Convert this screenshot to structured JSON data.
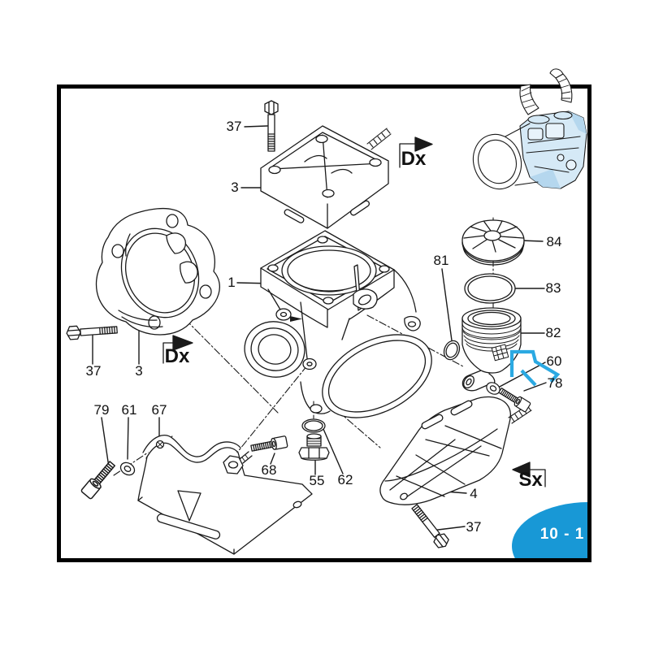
{
  "diagram": {
    "badge": {
      "text": "10 - 1",
      "bg_color": "#1898d6",
      "text_color": "#ffffff"
    },
    "directions": {
      "dx_top": "Dx",
      "dx_mid": "Dx",
      "sx": "Sx"
    },
    "labels": {
      "n37_top": "37",
      "n3_top": "3",
      "n1": "1",
      "n37_left": "37",
      "n3_left": "3",
      "n79": "79",
      "n61": "61",
      "n67": "67",
      "n68": "68",
      "n55": "55",
      "n62": "62",
      "n4": "4",
      "n37_bottom": "37",
      "n84": "84",
      "n83": "83",
      "n82": "82",
      "n81": "81",
      "n60": "60",
      "n78": "78"
    },
    "colors": {
      "line": "#1a1a1a",
      "highlight_arrow": "#2ba9e2",
      "badge_blue": "#1898d6",
      "pump_tint": "#d5e9f6",
      "pump_shade": "#b5d7ee"
    }
  }
}
